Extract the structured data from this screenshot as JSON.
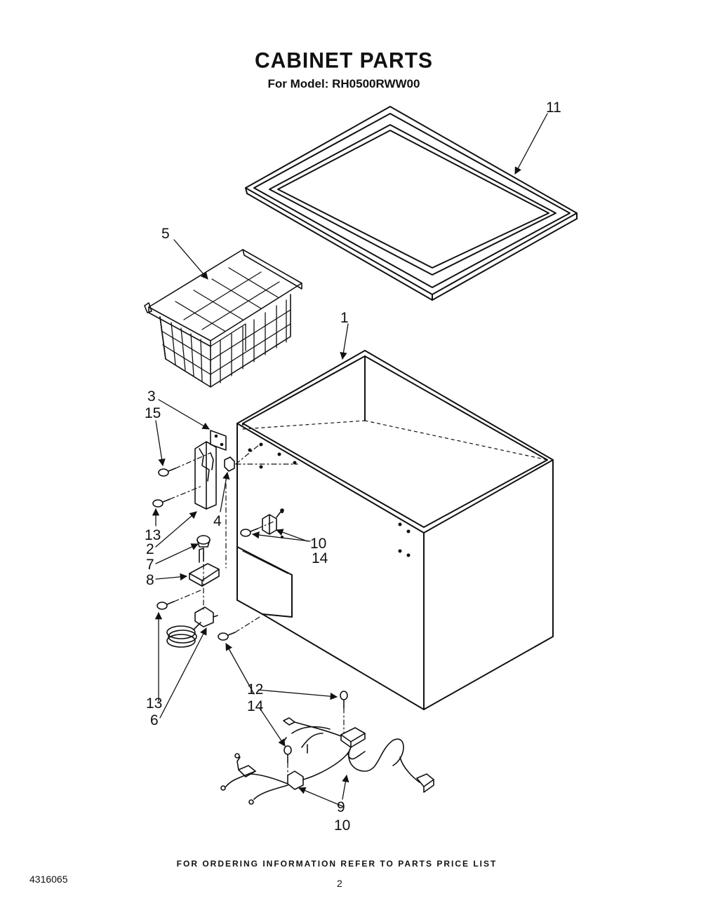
{
  "header": {
    "title": "CABINET PARTS",
    "subtitle": "For Model: RH0500RWW00"
  },
  "callouts": {
    "c1": "1",
    "c2": "2",
    "c3": "3",
    "c4": "4",
    "c5": "5",
    "c6": "6",
    "c7": "7",
    "c8": "8",
    "c9": "9",
    "c10a": "10",
    "c10b": "10",
    "c11": "11",
    "c12": "12",
    "c13a": "13",
    "c13b": "13",
    "c14a": "14",
    "c14b": "14",
    "c15": "15"
  },
  "footer": {
    "note": "FOR ORDERING INFORMATION REFER TO PARTS PRICE LIST",
    "doc_number": "4316065",
    "page_number": "2"
  },
  "colors": {
    "ink": "#111111",
    "paper": "#ffffff"
  }
}
